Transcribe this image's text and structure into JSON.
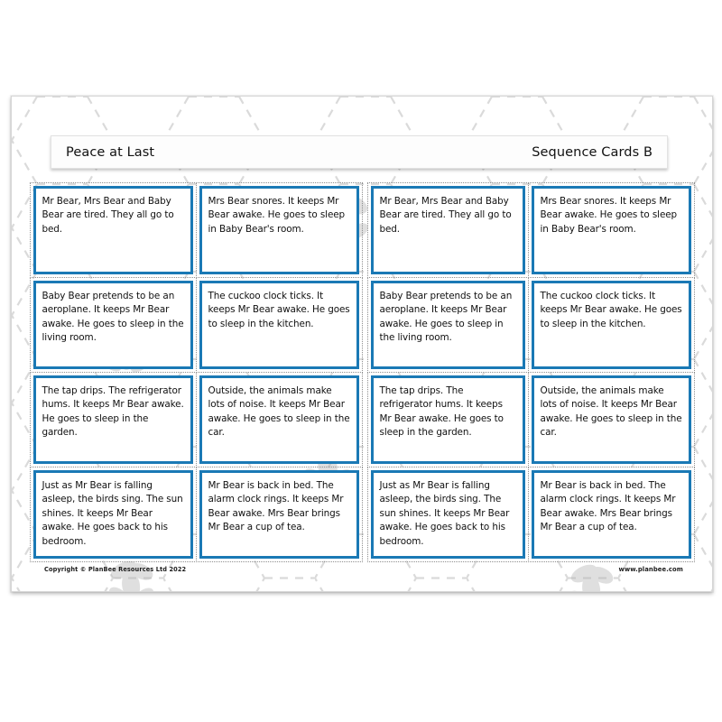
{
  "document": {
    "title_left": "Peace at Last",
    "title_right": "Sequence Cards B",
    "accent_color": "#1a79b5",
    "page_background": "#ffffff",
    "watermark_color": "#b9b9b9"
  },
  "cards": [
    {
      "text": "Mr Bear, Mrs Bear and Baby Bear are tired. They all go to bed."
    },
    {
      "text": "Mrs Bear snores. It keeps Mr Bear awake. He goes to sleep in Baby Bear's room."
    },
    {
      "text": "Mr Bear, Mrs Bear and Baby Bear are tired. They all go to bed."
    },
    {
      "text": "Mrs Bear snores. It keeps Mr Bear awake. He goes to sleep in Baby Bear's room."
    },
    {
      "text": "Baby Bear pretends to be an aeroplane. It keeps Mr Bear awake. He goes to sleep in the living room."
    },
    {
      "text": "The cuckoo clock ticks. It keeps Mr Bear awake. He goes to sleep in the kitchen."
    },
    {
      "text": "Baby Bear pretends to be an aeroplane. It keeps Mr Bear awake. He goes to sleep in the living room."
    },
    {
      "text": "The cuckoo clock ticks. It keeps Mr Bear awake. He goes to sleep in the kitchen."
    },
    {
      "text": "The tap drips. The refrigerator hums. It keeps Mr Bear awake. He goes to sleep in the garden."
    },
    {
      "text": "Outside, the animals make lots of noise. It keeps Mr Bear awake. He goes to sleep in the car."
    },
    {
      "text": "The tap drips. The refrigerator hums. It keeps Mr Bear awake. He goes to sleep in the garden."
    },
    {
      "text": "Outside, the animals make lots of noise. It keeps Mr Bear awake. He goes to sleep in the car."
    },
    {
      "text": "Just as Mr Bear is falling asleep, the birds sing. The sun shines. It keeps Mr Bear awake. He goes back to his bedroom."
    },
    {
      "text": "Mr Bear is back in bed. The alarm clock rings. It keeps Mr Bear awake. Mrs Bear brings Mr Bear a cup of tea."
    },
    {
      "text": "Just as Mr Bear is falling asleep, the birds sing. The sun shines. It keeps Mr Bear awake. He goes back to his bedroom."
    },
    {
      "text": "Mr Bear is back in bed. The alarm clock rings. It keeps Mr Bear awake. Mrs Bear brings Mr Bear a cup of tea."
    }
  ],
  "footer": {
    "copyright": "Copyright © PlanBee Resources Ltd 2022",
    "website": "www.planbee.com"
  }
}
